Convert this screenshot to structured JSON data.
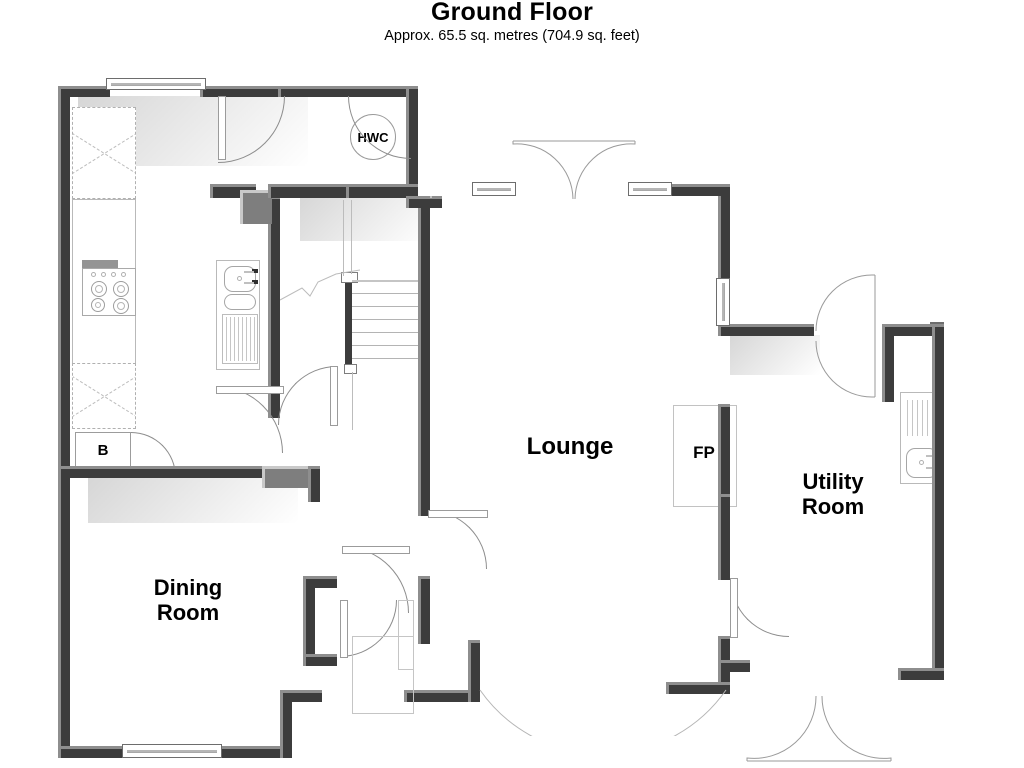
{
  "header": {
    "title": "Ground Floor",
    "subtitle": "Approx. 65.5 sq. metres (704.9 sq. feet)"
  },
  "rooms": [
    {
      "id": "lounge",
      "label": "Lounge"
    },
    {
      "id": "dining",
      "label": "Dining\nRoom"
    },
    {
      "id": "utility",
      "label": "Utility\nRoom"
    },
    {
      "id": "kitchen",
      "label": ""
    },
    {
      "id": "hall",
      "label": ""
    },
    {
      "id": "porch",
      "label": ""
    }
  ],
  "annotations": [
    {
      "id": "hwc",
      "label": "HWC",
      "meaning": "hot-water-cylinder"
    },
    {
      "id": "fp",
      "label": "FP",
      "meaning": "fireplace"
    },
    {
      "id": "b",
      "label": "B",
      "meaning": "boiler"
    }
  ],
  "fixtures": {
    "hob_rings": 4,
    "hob_knobs": 4,
    "radiator_fins": 10,
    "stair_treads": 7
  },
  "colors": {
    "wall": "#3c3c3c",
    "wall_highlight": "#8e8e8e",
    "counter": "#949494",
    "fixture_line": "#b9b9b9",
    "text": "#000000",
    "background": "#ffffff"
  },
  "chart_data": {
    "type": "table",
    "title": "Ground Floor",
    "subtitle": "Approx. 65.5 sq. metres (704.9 sq. feet)",
    "area_sq_metres": 65.5,
    "area_sq_feet": 704.9,
    "rooms": [
      "Lounge",
      "Dining Room",
      "Utility Room"
    ],
    "markers": [
      "HWC",
      "FP",
      "B"
    ]
  }
}
